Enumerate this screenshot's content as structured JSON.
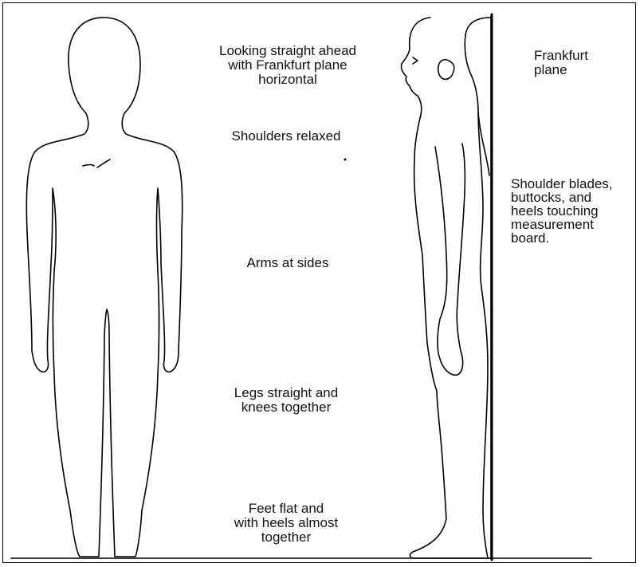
{
  "labels": {
    "frankfurt_instruction": "Looking straight ahead\nwith Frankfurt plane\nhorizontal",
    "shoulders": "Shoulders relaxed",
    "arms": "Arms at sides",
    "legs": "Legs straight and\nknees together",
    "feet": "Feet flat and\nwith heels almost\ntogether",
    "frankfurt_plane": "Frankfurt\nplane",
    "board_contact": "Shoulder blades,\nbuttocks, and\nheels touching\nmeasurement\nboard."
  },
  "colors": {
    "line": "#000000",
    "background": "#ffffff"
  }
}
